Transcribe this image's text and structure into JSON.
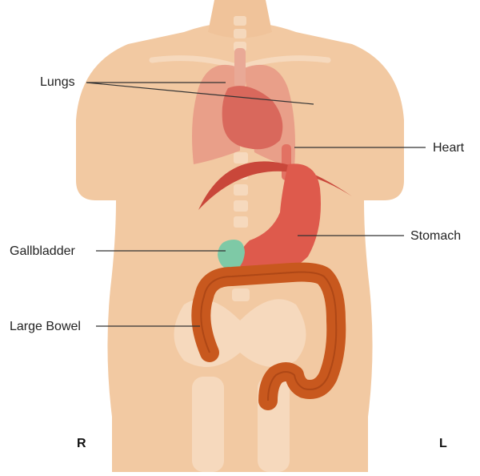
{
  "labels": {
    "lungs": "Lungs",
    "heart": "Heart",
    "stomach": "Stomach",
    "gallbladder": "Gallbladder",
    "large_bowel": "Large Bowel"
  },
  "sides": {
    "right": "R",
    "left": "L"
  },
  "colors": {
    "skin": "#f2c9a2",
    "skeleton": "#f7dcc2",
    "lungs": "#e89a86",
    "heart": "#d9685c",
    "diaphragm": "#c9473a",
    "stomach": "#de5a4c",
    "gallbladder": "#7ec9a6",
    "bowel": "#c8581e",
    "leader_line": "#333333"
  }
}
